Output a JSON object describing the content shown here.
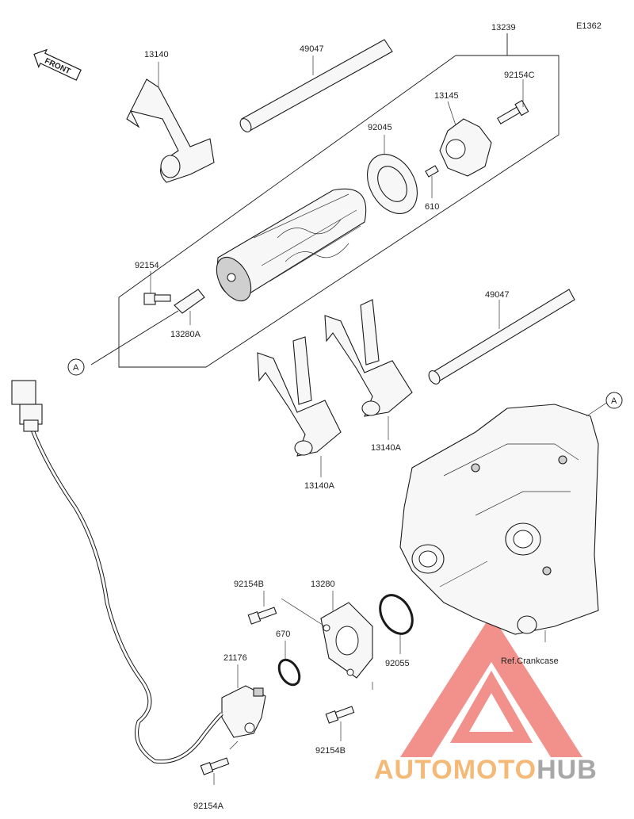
{
  "diagram": {
    "code": "E1362",
    "front_label": "FRONT",
    "ref_circle": "A",
    "parts": {
      "p13239": "13239",
      "p13140_top": "13140",
      "p49047_top": "49047",
      "p92154C": "92154C",
      "p13145": "13145",
      "p92045": "92045",
      "p610": "610",
      "p92154": "92154",
      "p13280A": "13280A",
      "p49047_right": "49047",
      "p13140A_a": "13140A",
      "p13140A_b": "13140A",
      "p92154B_top": "92154B",
      "p13280": "13280",
      "p670": "670",
      "p92055": "92055",
      "p21176": "21176",
      "p92154B_bottom": "92154B",
      "p92154A": "92154A",
      "ref_crankcase": "Ref.Crankcase"
    },
    "watermark": {
      "part1": "AUTO",
      "part2": "MOTO",
      "part3": "HUB",
      "color_orange": "#f2a24a",
      "color_red": "#e8473f",
      "color_gray": "#8a8a8a"
    }
  }
}
